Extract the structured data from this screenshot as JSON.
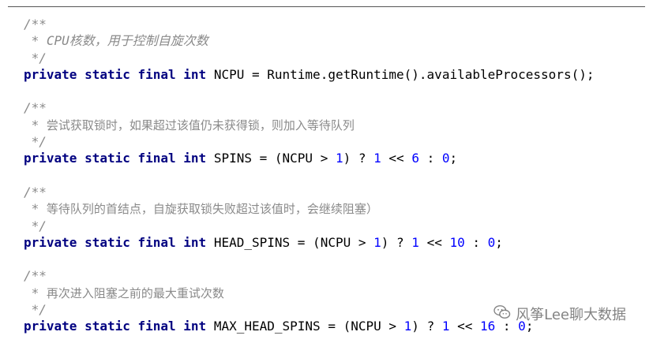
{
  "blocks": [
    {
      "comment_open": "/**",
      "comment_prefix": " * ",
      "comment_text": "CPU核数，用于控制自旋次数",
      "comment_close": " */",
      "decl_keywords": "private static final int",
      "decl_name": "NCPU",
      "decl_rest": " = Runtime.getRuntime().availableProcessors();"
    },
    {
      "comment_open": "/**",
      "comment_prefix": " * ",
      "comment_text": "尝试获取锁时，如果超过该值仍未获得锁，则加入等待队列",
      "comment_close": " */",
      "decl_keywords": "private static final int",
      "decl_name": "SPINS",
      "decl_expr_a": " = (NCPU > ",
      "num_1": "1",
      "decl_expr_b": ") ? ",
      "num_2": "1",
      "decl_expr_c": " << ",
      "num_3": "6",
      "decl_expr_d": " : ",
      "num_4": "0",
      "decl_end": ";"
    },
    {
      "comment_open": "/**",
      "comment_prefix": " * ",
      "comment_text": "等待队列的首结点，自旋获取锁失败超过该值时，会继续阻塞）",
      "comment_close": " */",
      "decl_keywords": "private static final int",
      "decl_name": "HEAD_SPINS",
      "decl_expr_a": " = (NCPU > ",
      "num_1": "1",
      "decl_expr_b": ") ? ",
      "num_2": "1",
      "decl_expr_c": " << ",
      "num_3": "10",
      "decl_expr_d": " : ",
      "num_4": "0",
      "decl_end": ";"
    },
    {
      "comment_open": "/**",
      "comment_prefix": " * ",
      "comment_text": "再次进入阻塞之前的最大重试次数",
      "comment_close": " */",
      "decl_keywords": "private static final int",
      "decl_name": "MAX_HEAD_SPINS",
      "decl_expr_a": " = (NCPU > ",
      "num_1": "1",
      "decl_expr_b": ") ? ",
      "num_2": "1",
      "decl_expr_c": " << ",
      "num_3": "16",
      "decl_expr_d": " : ",
      "num_4": "0",
      "decl_end": ";"
    }
  ],
  "watermark": {
    "icon": "wechat-icon",
    "text": "风筝Lee聊大数据"
  },
  "colors": {
    "keyword": "#000080",
    "number": "#0000ff",
    "comment": "#8a8a8a"
  }
}
